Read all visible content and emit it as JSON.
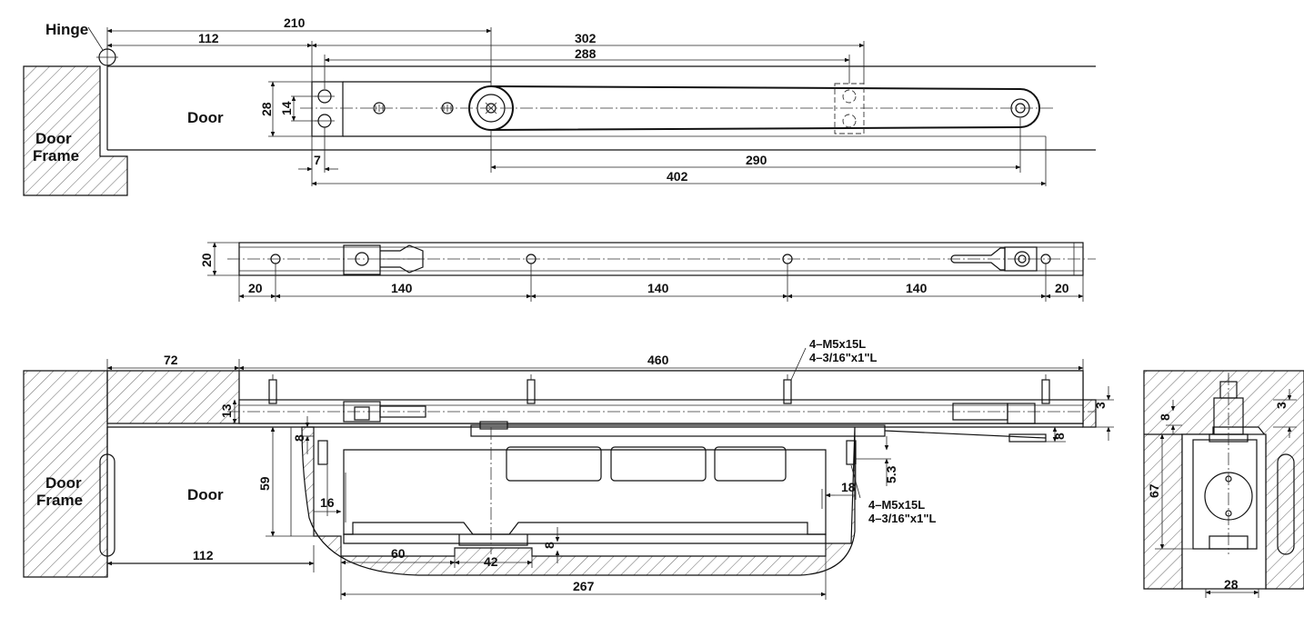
{
  "labels": {
    "hinge": "Hinge",
    "door_top": "Door",
    "door_frame_top_1": "Door",
    "door_frame_top_2": "Frame",
    "door_bottom": "Door",
    "door_frame_bottom_1": "Door",
    "door_frame_bottom_2": "Frame"
  },
  "top_view": {
    "d210": "210",
    "d112": "112",
    "d302": "302",
    "d288": "288",
    "d28": "28",
    "d14": "14",
    "d7": "7",
    "d290": "290",
    "d402": "402"
  },
  "rail_view": {
    "d20_height": "20",
    "d20_left": "20",
    "d140_a": "140",
    "d140_b": "140",
    "d140_c": "140",
    "d20_right": "20"
  },
  "section_view": {
    "d72": "72",
    "d460": "460",
    "note_1a": "4–M5x15L",
    "note_1b": "4–3/16\"x1\"L",
    "d13": "13",
    "d3": "3",
    "d8_left": "8",
    "d8_right": "8",
    "d59": "59",
    "d16": "16",
    "d18": "18",
    "d53": "5.3",
    "note_2a": "4–M5x15L",
    "note_2b": "4–3/16\"x1\"L",
    "d112": "112",
    "d60": "60",
    "d42": "42",
    "d8_bottom": "8",
    "d267": "267"
  },
  "side_view": {
    "d8": "8",
    "d3": "3",
    "d67": "67",
    "d28": "28"
  }
}
